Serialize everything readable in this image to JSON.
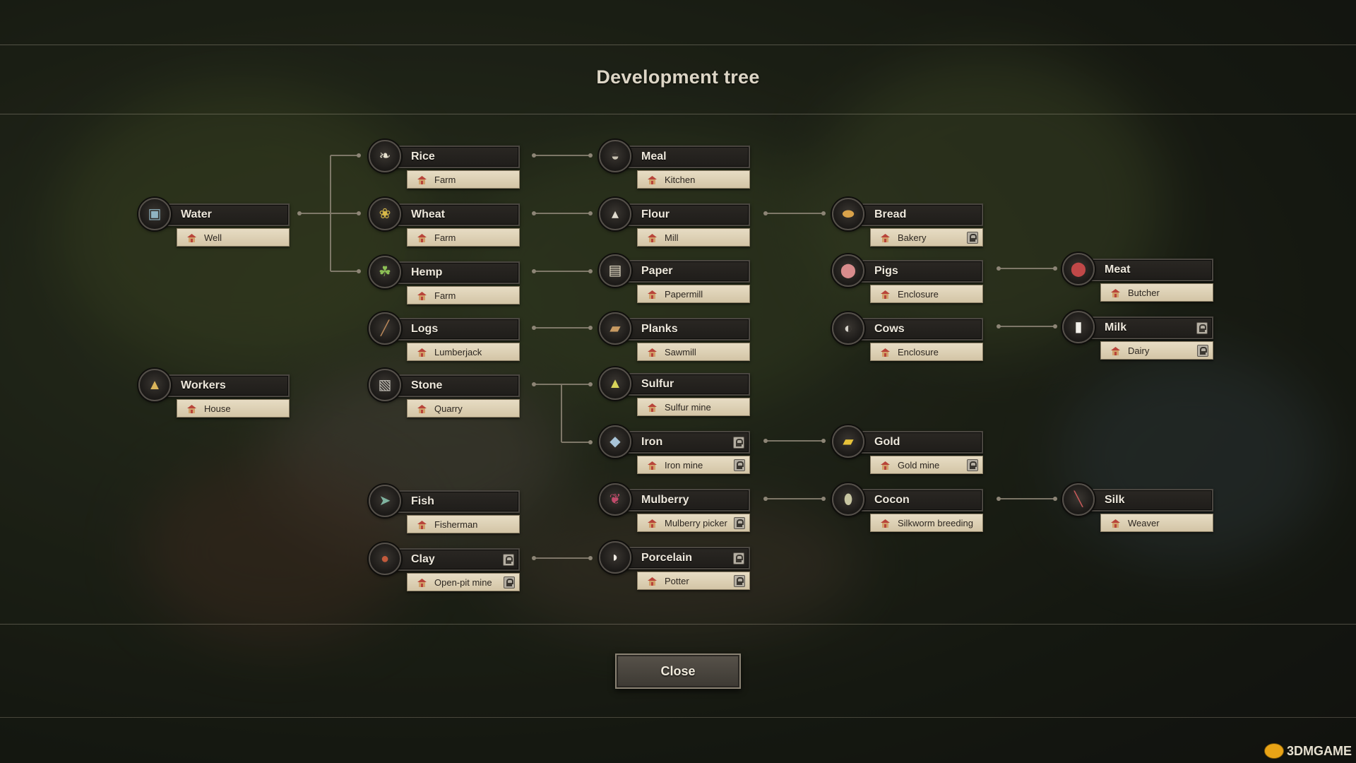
{
  "title": "Development tree",
  "close_label": "Close",
  "watermark": "3DMGAME",
  "nodes": {
    "water": {
      "name": "Water",
      "building": "Well",
      "icon": "water-bucket-icon"
    },
    "workers": {
      "name": "Workers",
      "building": "House",
      "icon": "worker-hat-icon"
    },
    "rice": {
      "name": "Rice",
      "building": "Farm",
      "icon": "rice-icon"
    },
    "wheat": {
      "name": "Wheat",
      "building": "Farm",
      "icon": "wheat-icon"
    },
    "hemp": {
      "name": "Hemp",
      "building": "Farm",
      "icon": "hemp-icon"
    },
    "logs": {
      "name": "Logs",
      "building": "Lumberjack",
      "icon": "log-icon"
    },
    "stone": {
      "name": "Stone",
      "building": "Quarry",
      "icon": "stone-icon"
    },
    "fish": {
      "name": "Fish",
      "building": "Fisherman",
      "icon": "fish-icon"
    },
    "clay": {
      "name": "Clay",
      "building": "Open-pit mine",
      "icon": "clay-icon",
      "locked": true
    },
    "meal": {
      "name": "Meal",
      "building": "Kitchen",
      "icon": "meal-bowl-icon"
    },
    "flour": {
      "name": "Flour",
      "building": "Mill",
      "icon": "flour-sack-icon"
    },
    "paper": {
      "name": "Paper",
      "building": "Papermill",
      "icon": "paper-icon"
    },
    "planks": {
      "name": "Planks",
      "building": "Sawmill",
      "icon": "planks-icon"
    },
    "sulfur": {
      "name": "Sulfur",
      "building": "Sulfur mine",
      "icon": "sulfur-icon"
    },
    "iron": {
      "name": "Iron",
      "building": "Iron mine",
      "icon": "iron-icon",
      "locked": true
    },
    "mulberry": {
      "name": "Mulberry",
      "building": "Mulberry picker",
      "icon": "mulberry-icon",
      "building_locked": true
    },
    "porcelain": {
      "name": "Porcelain",
      "building": "Potter",
      "icon": "porcelain-bowl-icon",
      "locked": true
    },
    "bread": {
      "name": "Bread",
      "building": "Bakery",
      "icon": "bread-icon",
      "building_locked": true
    },
    "pigs": {
      "name": "Pigs",
      "building": "Enclosure",
      "icon": "pig-icon"
    },
    "cows": {
      "name": "Cows",
      "building": "Enclosure",
      "icon": "cow-icon"
    },
    "gold": {
      "name": "Gold",
      "building": "Gold mine",
      "icon": "gold-bar-icon",
      "building_locked": true
    },
    "cocon": {
      "name": "Cocon",
      "building": "Silkworm breeding",
      "icon": "cocoon-icon"
    },
    "meat": {
      "name": "Meat",
      "building": "Butcher",
      "icon": "meat-icon"
    },
    "milk": {
      "name": "Milk",
      "building": "Dairy",
      "icon": "milk-bottle-icon",
      "locked": true
    },
    "silk": {
      "name": "Silk",
      "building": "Weaver",
      "icon": "silk-icon"
    }
  },
  "colors": {
    "house_roof": "#b8443a",
    "house_body": "#d1a06a"
  }
}
